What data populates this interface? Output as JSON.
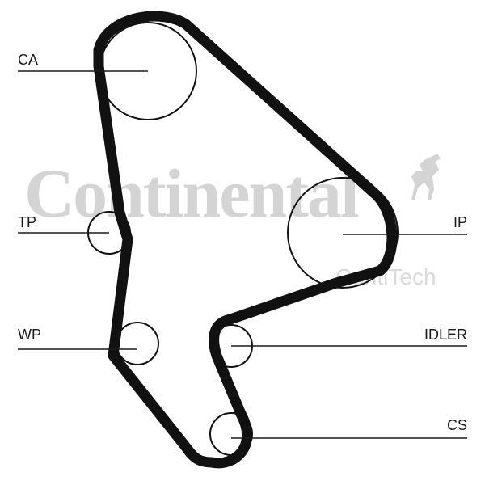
{
  "watermark": {
    "brand": "Continental",
    "sub_brand": "ContiTech"
  },
  "labels": {
    "ca": "CA",
    "tp": "TP",
    "wp": "WP",
    "ip": "IP",
    "idler": "IDLER",
    "cs": "CS"
  },
  "icons": {
    "logo": "rearing-horse-icon"
  },
  "colors": {
    "belt": "#111111",
    "watermark": "#d4d4d4"
  }
}
